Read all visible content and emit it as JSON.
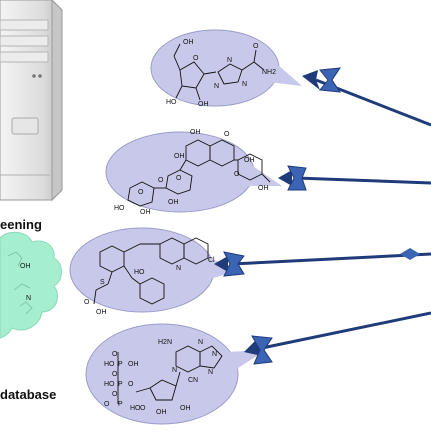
{
  "labels": {
    "screening": "eening",
    "database": "database"
  },
  "molecules": [
    {
      "name": "ribavirin-like nucleoside",
      "atoms": [
        "OH",
        "O",
        "N",
        "N",
        "N",
        "NH2",
        "O",
        "HO",
        "OH"
      ]
    },
    {
      "name": "flavonoid glycoside",
      "atoms": [
        "OH",
        "O",
        "OH",
        "O",
        "OH",
        "O",
        "O",
        "O",
        "HO",
        "OH",
        "OH",
        "OH"
      ]
    },
    {
      "name": "montelukast-like",
      "atoms": [
        "N",
        "Cl",
        "HO",
        "S",
        "OH",
        "O"
      ]
    },
    {
      "name": "nucleotide triphosphate analog",
      "atoms": [
        "H2N",
        "N",
        "N",
        "N",
        "N",
        "O",
        "O",
        "O",
        "HO",
        "P",
        "OH",
        "HO",
        "P",
        "O",
        "O",
        "P",
        "O",
        "HO",
        "OH",
        "OH",
        "CN"
      ]
    }
  ],
  "colors": {
    "bubble": "#c8c9ea",
    "bubble_stroke": "#9a9cc9",
    "arrow": "#1f3b7a",
    "arrow_fletch": "#3c64b4",
    "cloud": "#a6eed0",
    "computer": "#e2e2e2"
  },
  "icons": [
    "computer-tower-icon",
    "molecule-cloud-icon"
  ]
}
